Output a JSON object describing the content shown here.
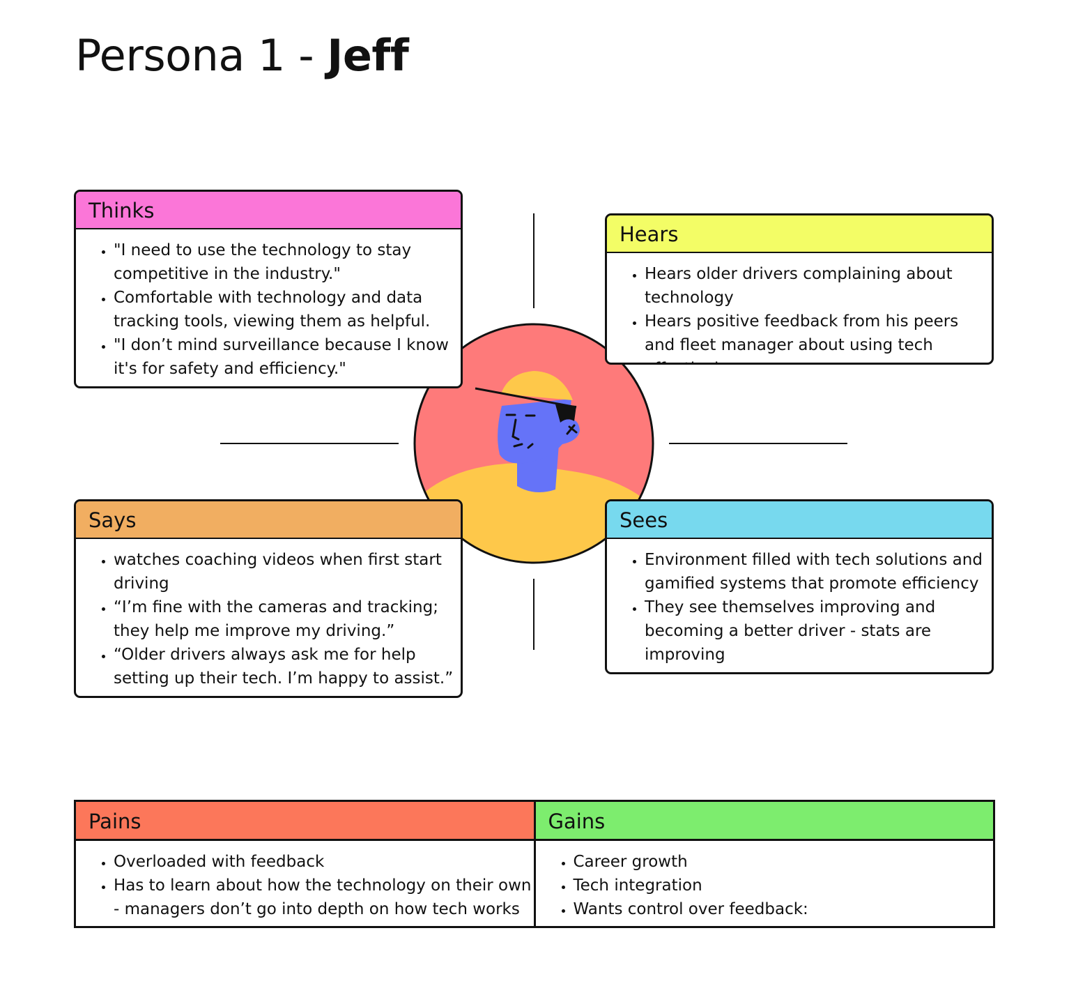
{
  "title": {
    "prefix": "Persona 1 - ",
    "name": "Jeff"
  },
  "colors": {
    "thinks": "#fb76d8",
    "hears": "#f3fd66",
    "says": "#f1ae61",
    "sees": "#77d9ee",
    "pains": "#fc775a",
    "gains": "#7ded6e",
    "avatar_bg": "#fe7a7a",
    "skin": "#6573f8",
    "shirt": "#fec84a"
  },
  "thinks": {
    "label": "Thinks",
    "items": [
      "\"I need to use the technology to stay competitive in the industry.\"",
      "Comfortable with technology and data tracking tools, viewing them as helpful.",
      "\"I don’t mind surveillance because I know it's for safety and efficiency.\""
    ]
  },
  "hears": {
    "label": "Hears",
    "items": [
      "Hears older drivers complaining about technology",
      "Hears positive feedback from his peers and fleet manager about using tech effectively"
    ]
  },
  "says": {
    "label": "Says",
    "items": [
      "watches coaching videos when first start driving",
      "“I’m fine with the cameras and tracking; they help me improve my driving.”",
      "“Older drivers always ask me for help setting up their tech. I’m happy to assist.”"
    ]
  },
  "sees": {
    "label": "Sees",
    "items": [
      "Environment filled with tech solutions and gamified systems that promote efficiency",
      "They see themselves improving and becoming a better driver - stats are improving"
    ]
  },
  "pains": {
    "label": "Pains",
    "items": [
      "Overloaded with feedback",
      "Has to learn about how the technology on their own - managers don’t go into depth on how tech works"
    ]
  },
  "gains": {
    "label": "Gains",
    "items": [
      "Career growth",
      "Tech integration",
      "Wants control over feedback:"
    ]
  }
}
